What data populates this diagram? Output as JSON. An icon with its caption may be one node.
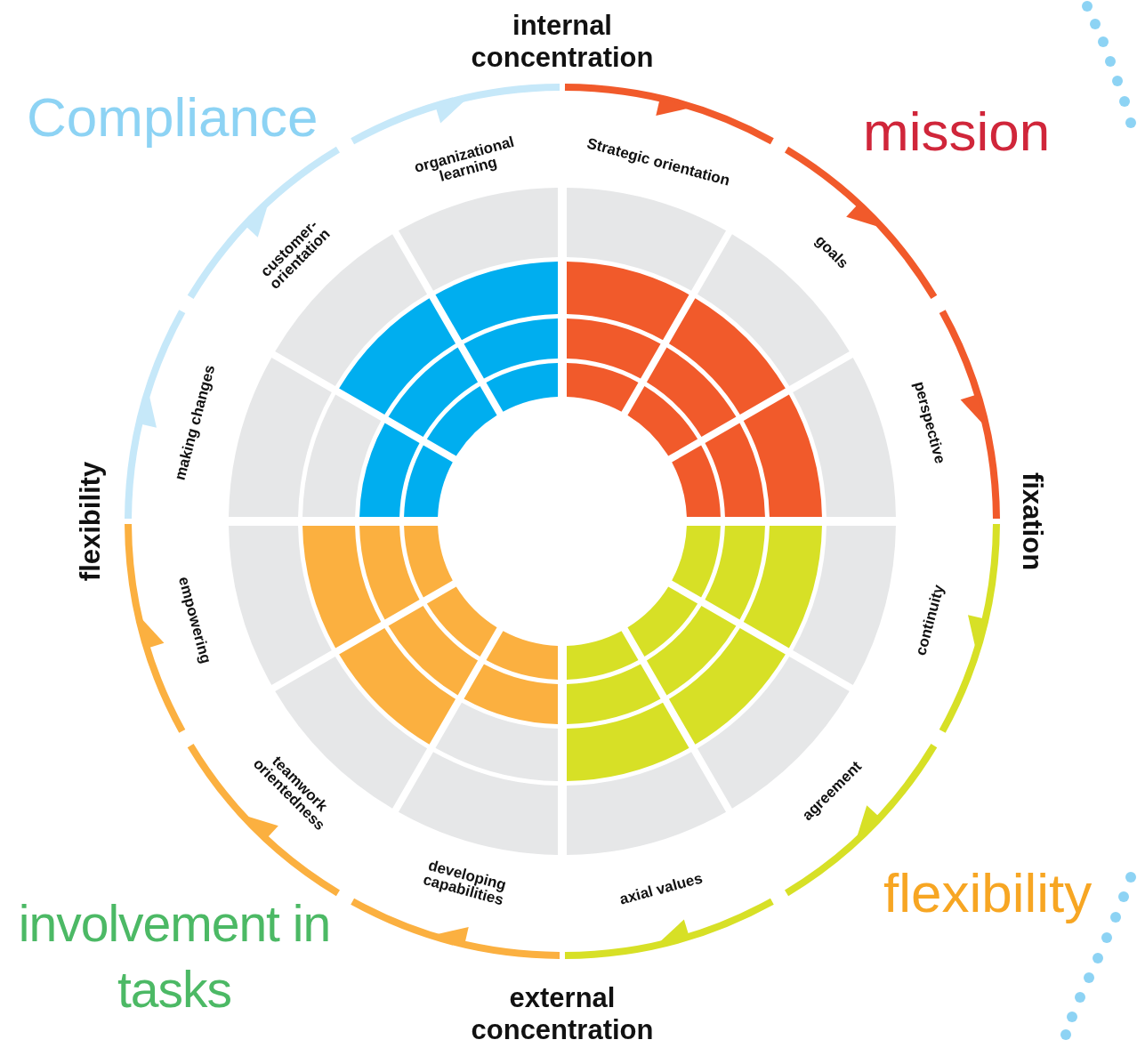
{
  "diagram": {
    "nodes": [
      {
        "text": [
          "Compliance"
        ]
      },
      {
        "text": [
          "making changes"
        ],
        "in": 0
      },
      {
        "text": [
          "customer- orientation"
        ],
        "in": 0
      },
      {
        "text": [
          "organizational learning"
        ],
        "in": 0
      },
      {
        "text": [
          "mission"
        ]
      },
      {
        "text": [
          "Strategic orientation"
        ],
        "in": 4
      },
      {
        "text": [
          "goals"
        ],
        "in": 4
      },
      {
        "text": [
          "perspective"
        ],
        "in": 4
      },
      {
        "text": [
          "flexibility"
        ]
      },
      {
        "text": [
          "continuity"
        ],
        "in": 8
      },
      {
        "text": [
          "agreement"
        ],
        "in": 8
      },
      {
        "text": [
          "axial values"
        ],
        "in": 8
      },
      {
        "text": [
          "involvement in tasks"
        ]
      },
      {
        "text": [
          "developing capabilities"
        ],
        "in": 12
      },
      {
        "text": [
          "teamwork orientedness"
        ],
        "in": 12
      },
      {
        "text": [
          "empowering"
        ],
        "in": 12
      }
    ],
    "labels": [
      "internal concentration",
      "flexibility",
      "fixation",
      "external concentration"
    ]
  }
}
